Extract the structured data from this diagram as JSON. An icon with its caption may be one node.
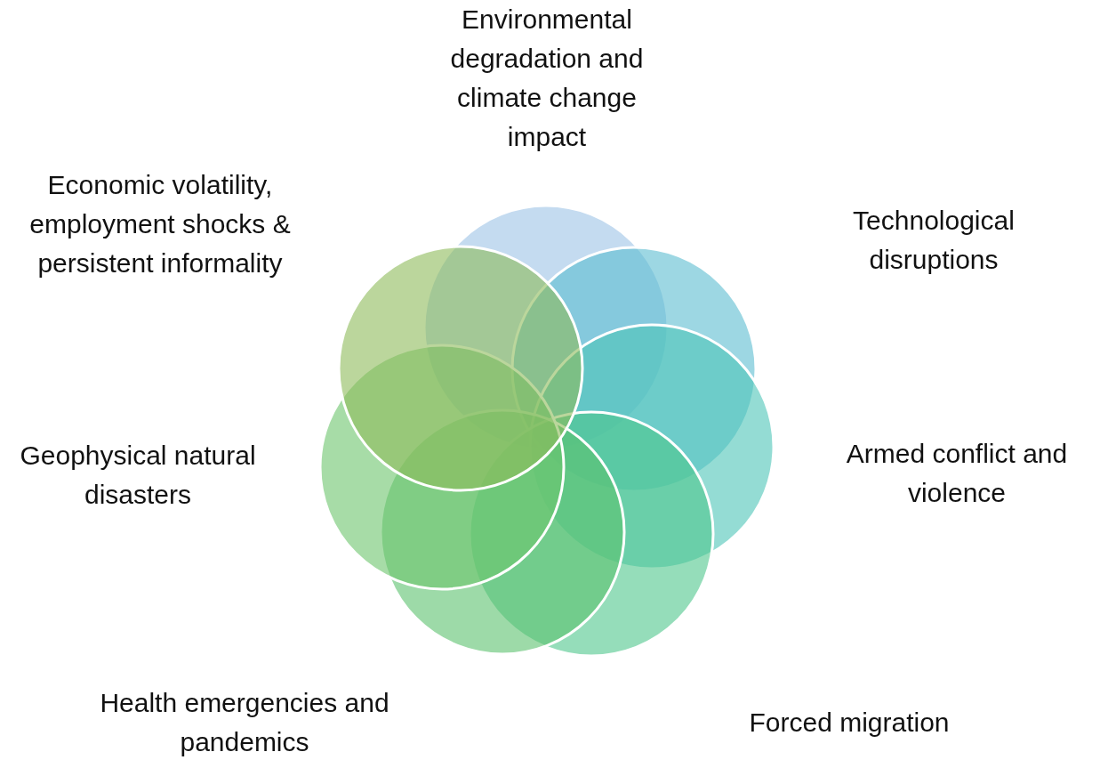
{
  "diagram": {
    "nodes": [
      {
        "text": [],
        "shape": "circle"
      },
      {
        "text": [],
        "shape": "circle"
      },
      {
        "text": [],
        "shape": "circle"
      },
      {
        "text": [],
        "shape": "circle"
      },
      {
        "text": [],
        "shape": "circle"
      },
      {
        "text": [],
        "shape": "circle"
      },
      {
        "text": [],
        "shape": "circle"
      }
    ],
    "labels": [
      "Environmental degradation and climate change impact",
      "Economic volatility, employment shocks & persistent informality",
      "Technological disruptions",
      "Geophysical natural disasters",
      "Armed conflict and violence",
      "Health emergencies and pandemics",
      "Forced migration"
    ]
  }
}
